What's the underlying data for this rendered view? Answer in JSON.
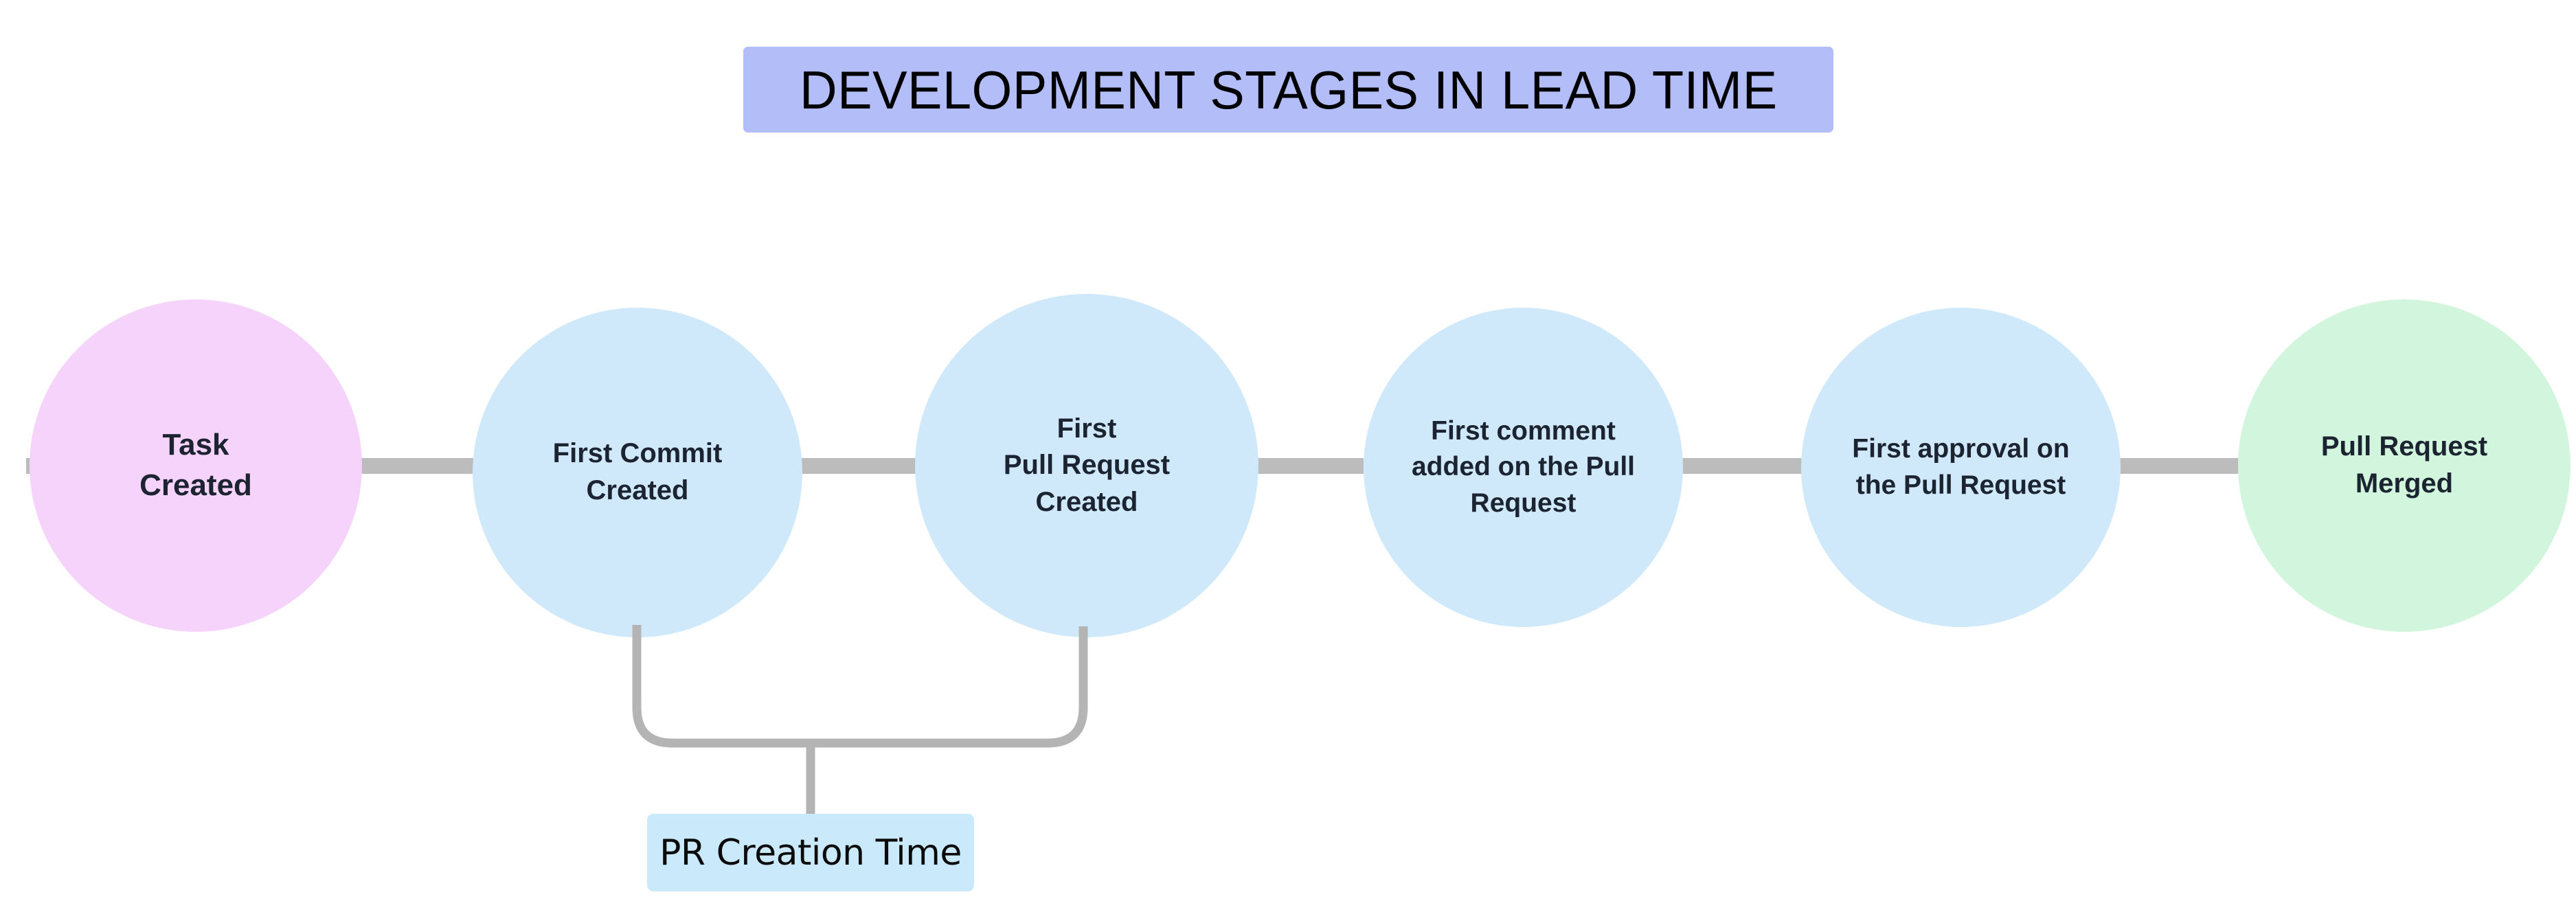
{
  "title": {
    "text": "DEVELOPMENT STAGES IN LEAD TIME",
    "background_color": "#b3bdf7",
    "text_color": "#000000"
  },
  "diagram": {
    "type": "flow-timeline",
    "orientation": "horizontal",
    "connector_color": "#bcbcbc",
    "bracket_color": "#b4b4b4",
    "background_color": "#ffffff",
    "stages": [
      {
        "id": "task-created",
        "label": "Task\nCreated",
        "fill": "#f5d3fb",
        "text_color": "#1c2331"
      },
      {
        "id": "first-commit-created",
        "label": "First Commit\nCreated",
        "fill": "#cfe9fb",
        "text_color": "#1c2331"
      },
      {
        "id": "first-pull-request-created",
        "label": "First\nPull Request\nCreated",
        "fill": "#cfe9fb",
        "text_color": "#1c2331"
      },
      {
        "id": "first-comment-added",
        "label": "First comment\nadded on the Pull\nRequest",
        "fill": "#cfe9fb",
        "text_color": "#1c2331"
      },
      {
        "id": "first-approval",
        "label": "First approval on\nthe Pull Request",
        "fill": "#cfe9fb",
        "text_color": "#1c2331"
      },
      {
        "id": "pull-request-merged",
        "label": "Pull Request\nMerged",
        "fill": "#d2f6dd",
        "text_color": "#1c2331"
      }
    ],
    "annotation": {
      "id": "pr-creation-time",
      "label": "PR Creation Time",
      "fill": "#caeafc",
      "text_color": "#0b0b0b",
      "spans_from": "first-commit-created",
      "spans_to": "first-pull-request-created"
    }
  }
}
